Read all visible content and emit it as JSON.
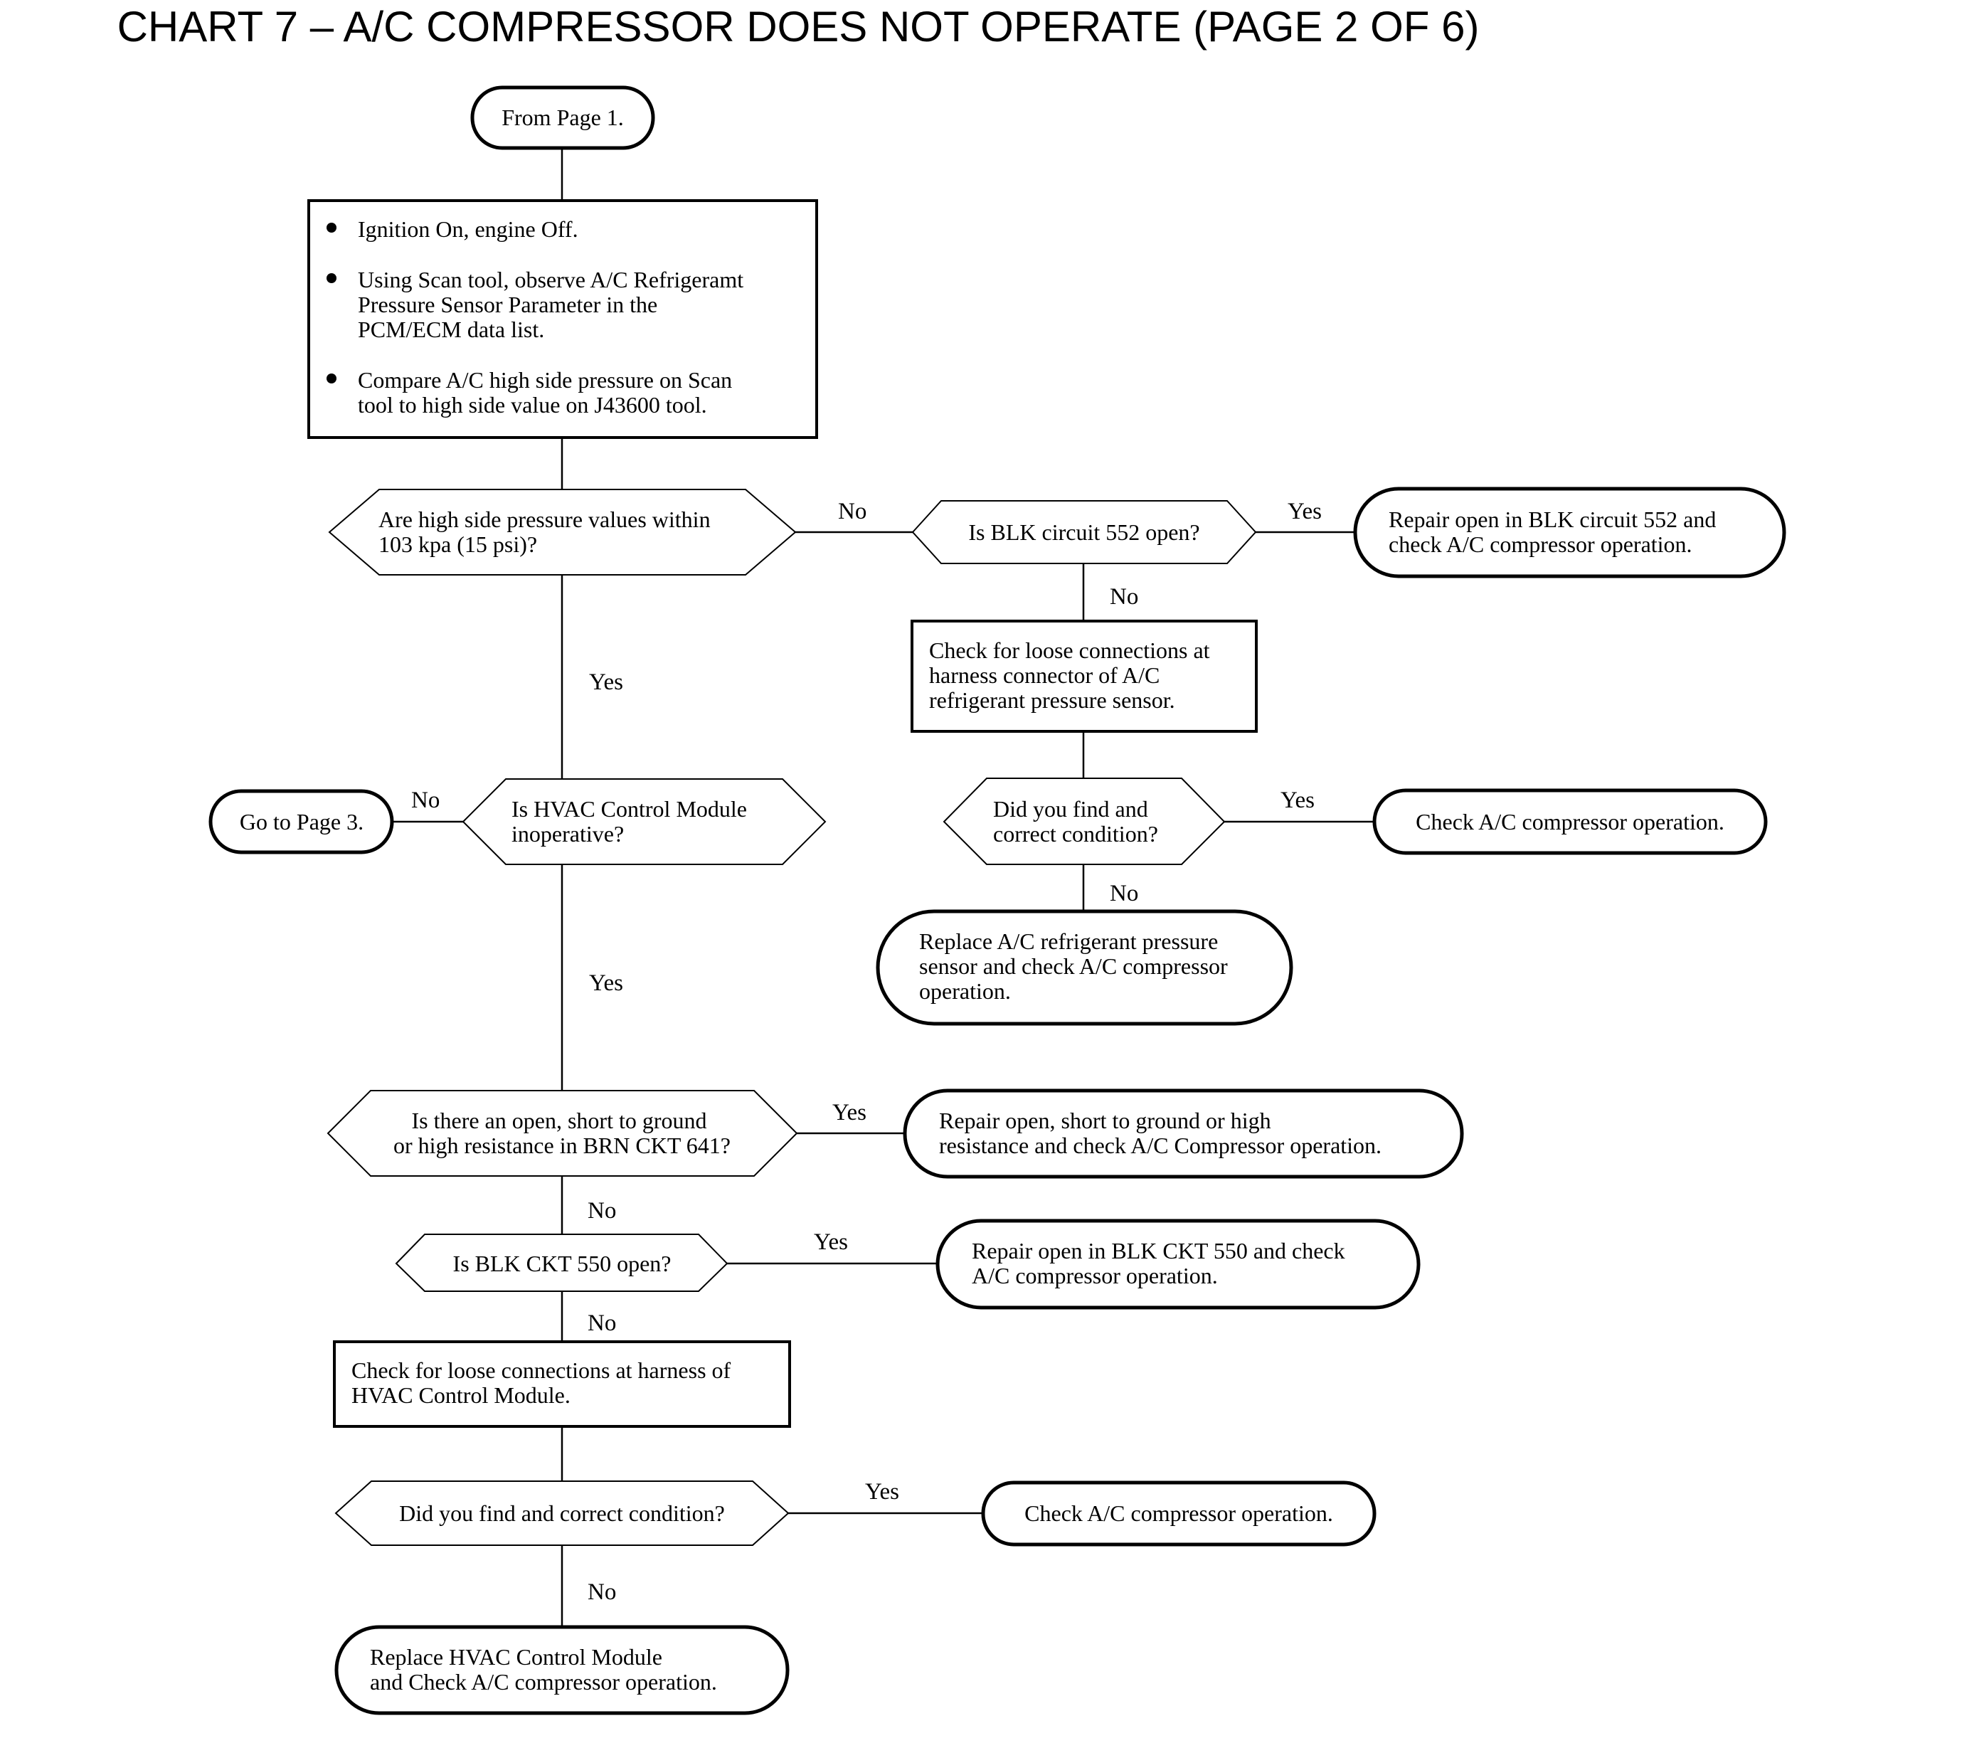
{
  "title": "CHART 7 – A/C COMPRESSOR DOES NOT OPERATE (PAGE 2 OF 6)",
  "nodes": {
    "from_page": {
      "lines": [
        "From Page 1."
      ]
    },
    "ignition_box": {
      "bullets": [
        {
          "lines": [
            "Ignition On, engine Off."
          ]
        },
        {
          "lines": [
            "Using Scan tool, observe A/C Refrigeramt",
            "Pressure Sensor Parameter in the",
            "PCM/ECM data list."
          ]
        },
        {
          "lines": [
            "Compare A/C high side pressure on Scan",
            "tool to high side value on J43600 tool."
          ]
        }
      ]
    },
    "pressure_decision": {
      "lines": [
        "Are high side pressure values within",
        "103 kpa (15 psi)?"
      ]
    },
    "blk552_decision": {
      "lines": [
        "Is BLK circuit 552 open?"
      ]
    },
    "repair_blk552": {
      "lines": [
        "Repair open in BLK circuit 552 and",
        "check A/C compressor operation."
      ]
    },
    "loose_sensor_box": {
      "lines": [
        "Check for loose connections at",
        "harness connector of A/C",
        "refrigerant pressure sensor."
      ]
    },
    "find_correct_1": {
      "lines": [
        "Did you find and",
        "correct condition?"
      ]
    },
    "check_comp_1": {
      "lines": [
        "Check A/C compressor operation."
      ]
    },
    "replace_sensor": {
      "lines": [
        "Replace A/C refrigerant pressure",
        "sensor and check A/C compressor",
        "operation."
      ]
    },
    "go_page3": {
      "lines": [
        "Go to Page 3."
      ]
    },
    "hvac_decision": {
      "lines": [
        "Is HVAC Control Module",
        "inoperative?"
      ]
    },
    "brn641_decision": {
      "lines": [
        "Is there an open, short to ground",
        "or high resistance in BRN CKT 641?"
      ]
    },
    "repair_641": {
      "lines": [
        "Repair open, short to ground or high",
        "resistance and check A/C Compressor operation."
      ]
    },
    "blk550_decision": {
      "lines": [
        "Is BLK CKT 550 open?"
      ]
    },
    "repair_550": {
      "lines": [
        "Repair open in BLK CKT 550 and check",
        "A/C compressor operation."
      ]
    },
    "loose_hvac_box": {
      "lines": [
        "Check for loose connections at harness of",
        "HVAC Control Module."
      ]
    },
    "find_correct_2": {
      "lines": [
        "Did you find and correct condition?"
      ]
    },
    "check_comp_2": {
      "lines": [
        "Check A/C compressor operation."
      ]
    },
    "replace_hvac": {
      "lines": [
        "Replace HVAC Control Module",
        "and Check A/C compressor operation."
      ]
    }
  },
  "edge_labels": {
    "pressure_no": "No",
    "blk552_yes": "Yes",
    "blk552_no": "No",
    "pressure_yes": "Yes",
    "hvac_no": "No",
    "find1_yes": "Yes",
    "find1_no": "No",
    "hvac_yes": "Yes",
    "brn641_yes": "Yes",
    "brn641_no": "No",
    "blk550_yes": "Yes",
    "blk550_no": "No",
    "find2_yes": "Yes",
    "find2_no": "No"
  }
}
